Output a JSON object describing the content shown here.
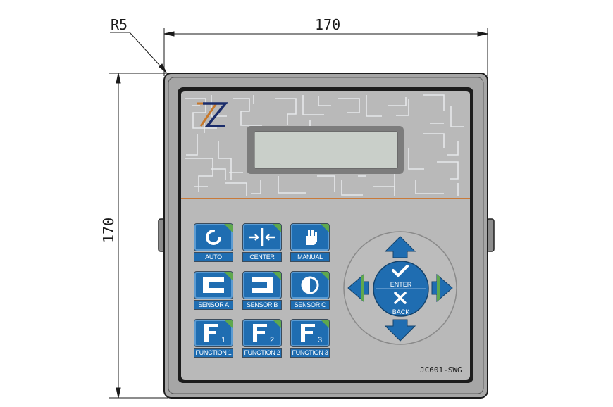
{
  "dimensions": {
    "radius_label": "R5",
    "width_label": "170",
    "height_label": "170"
  },
  "panel": {
    "model": "JC601-SWG",
    "logo": "Z",
    "colors": {
      "body": "#a6a6a6",
      "bezel": "#1c1c1c",
      "panel": "#b9b9b9",
      "key_blue": "#1f6db1",
      "key_green": "#5fa84d",
      "logo_orange": "#c8782a",
      "logo_navy": "#1b2d6b",
      "divider_orange": "#c87a3a",
      "lcd": "#c9cfc9"
    },
    "keys": [
      {
        "label": "AUTO",
        "icon": "auto-icon"
      },
      {
        "label": "CENTER",
        "icon": "center-icon"
      },
      {
        "label": "MANUAL",
        "icon": "hand-icon"
      },
      {
        "label": "SENSOR A",
        "icon": "sensor-a-icon"
      },
      {
        "label": "SENSOR B",
        "icon": "sensor-b-icon"
      },
      {
        "label": "SENSOR C",
        "icon": "sensor-c-icon"
      },
      {
        "label": "FUNCTION 1",
        "icon": "function-1-icon"
      },
      {
        "label": "FUNCTION 2",
        "icon": "function-2-icon"
      },
      {
        "label": "FUNCTION 3",
        "icon": "function-3-icon"
      }
    ],
    "nav": {
      "enter_label": "ENTER",
      "back_label": "BACK"
    }
  }
}
